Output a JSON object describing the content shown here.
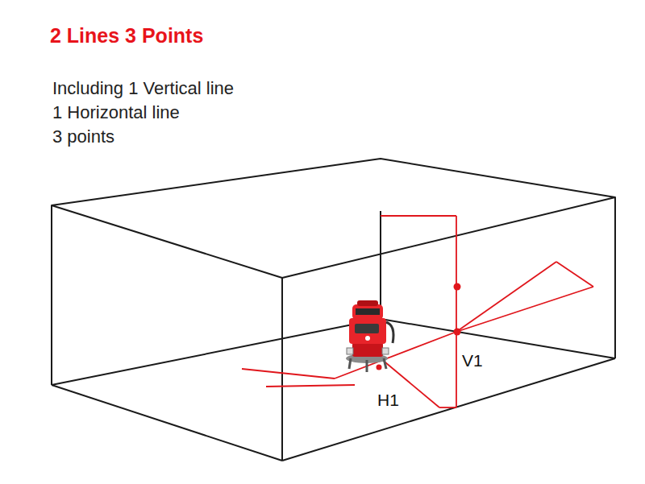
{
  "diagram": {
    "title": "2 Lines 3 Points",
    "labels": [
      "Including 1 Vertical line",
      "1 Horizontal line",
      "3 points",
      "V1",
      "H1"
    ]
  }
}
